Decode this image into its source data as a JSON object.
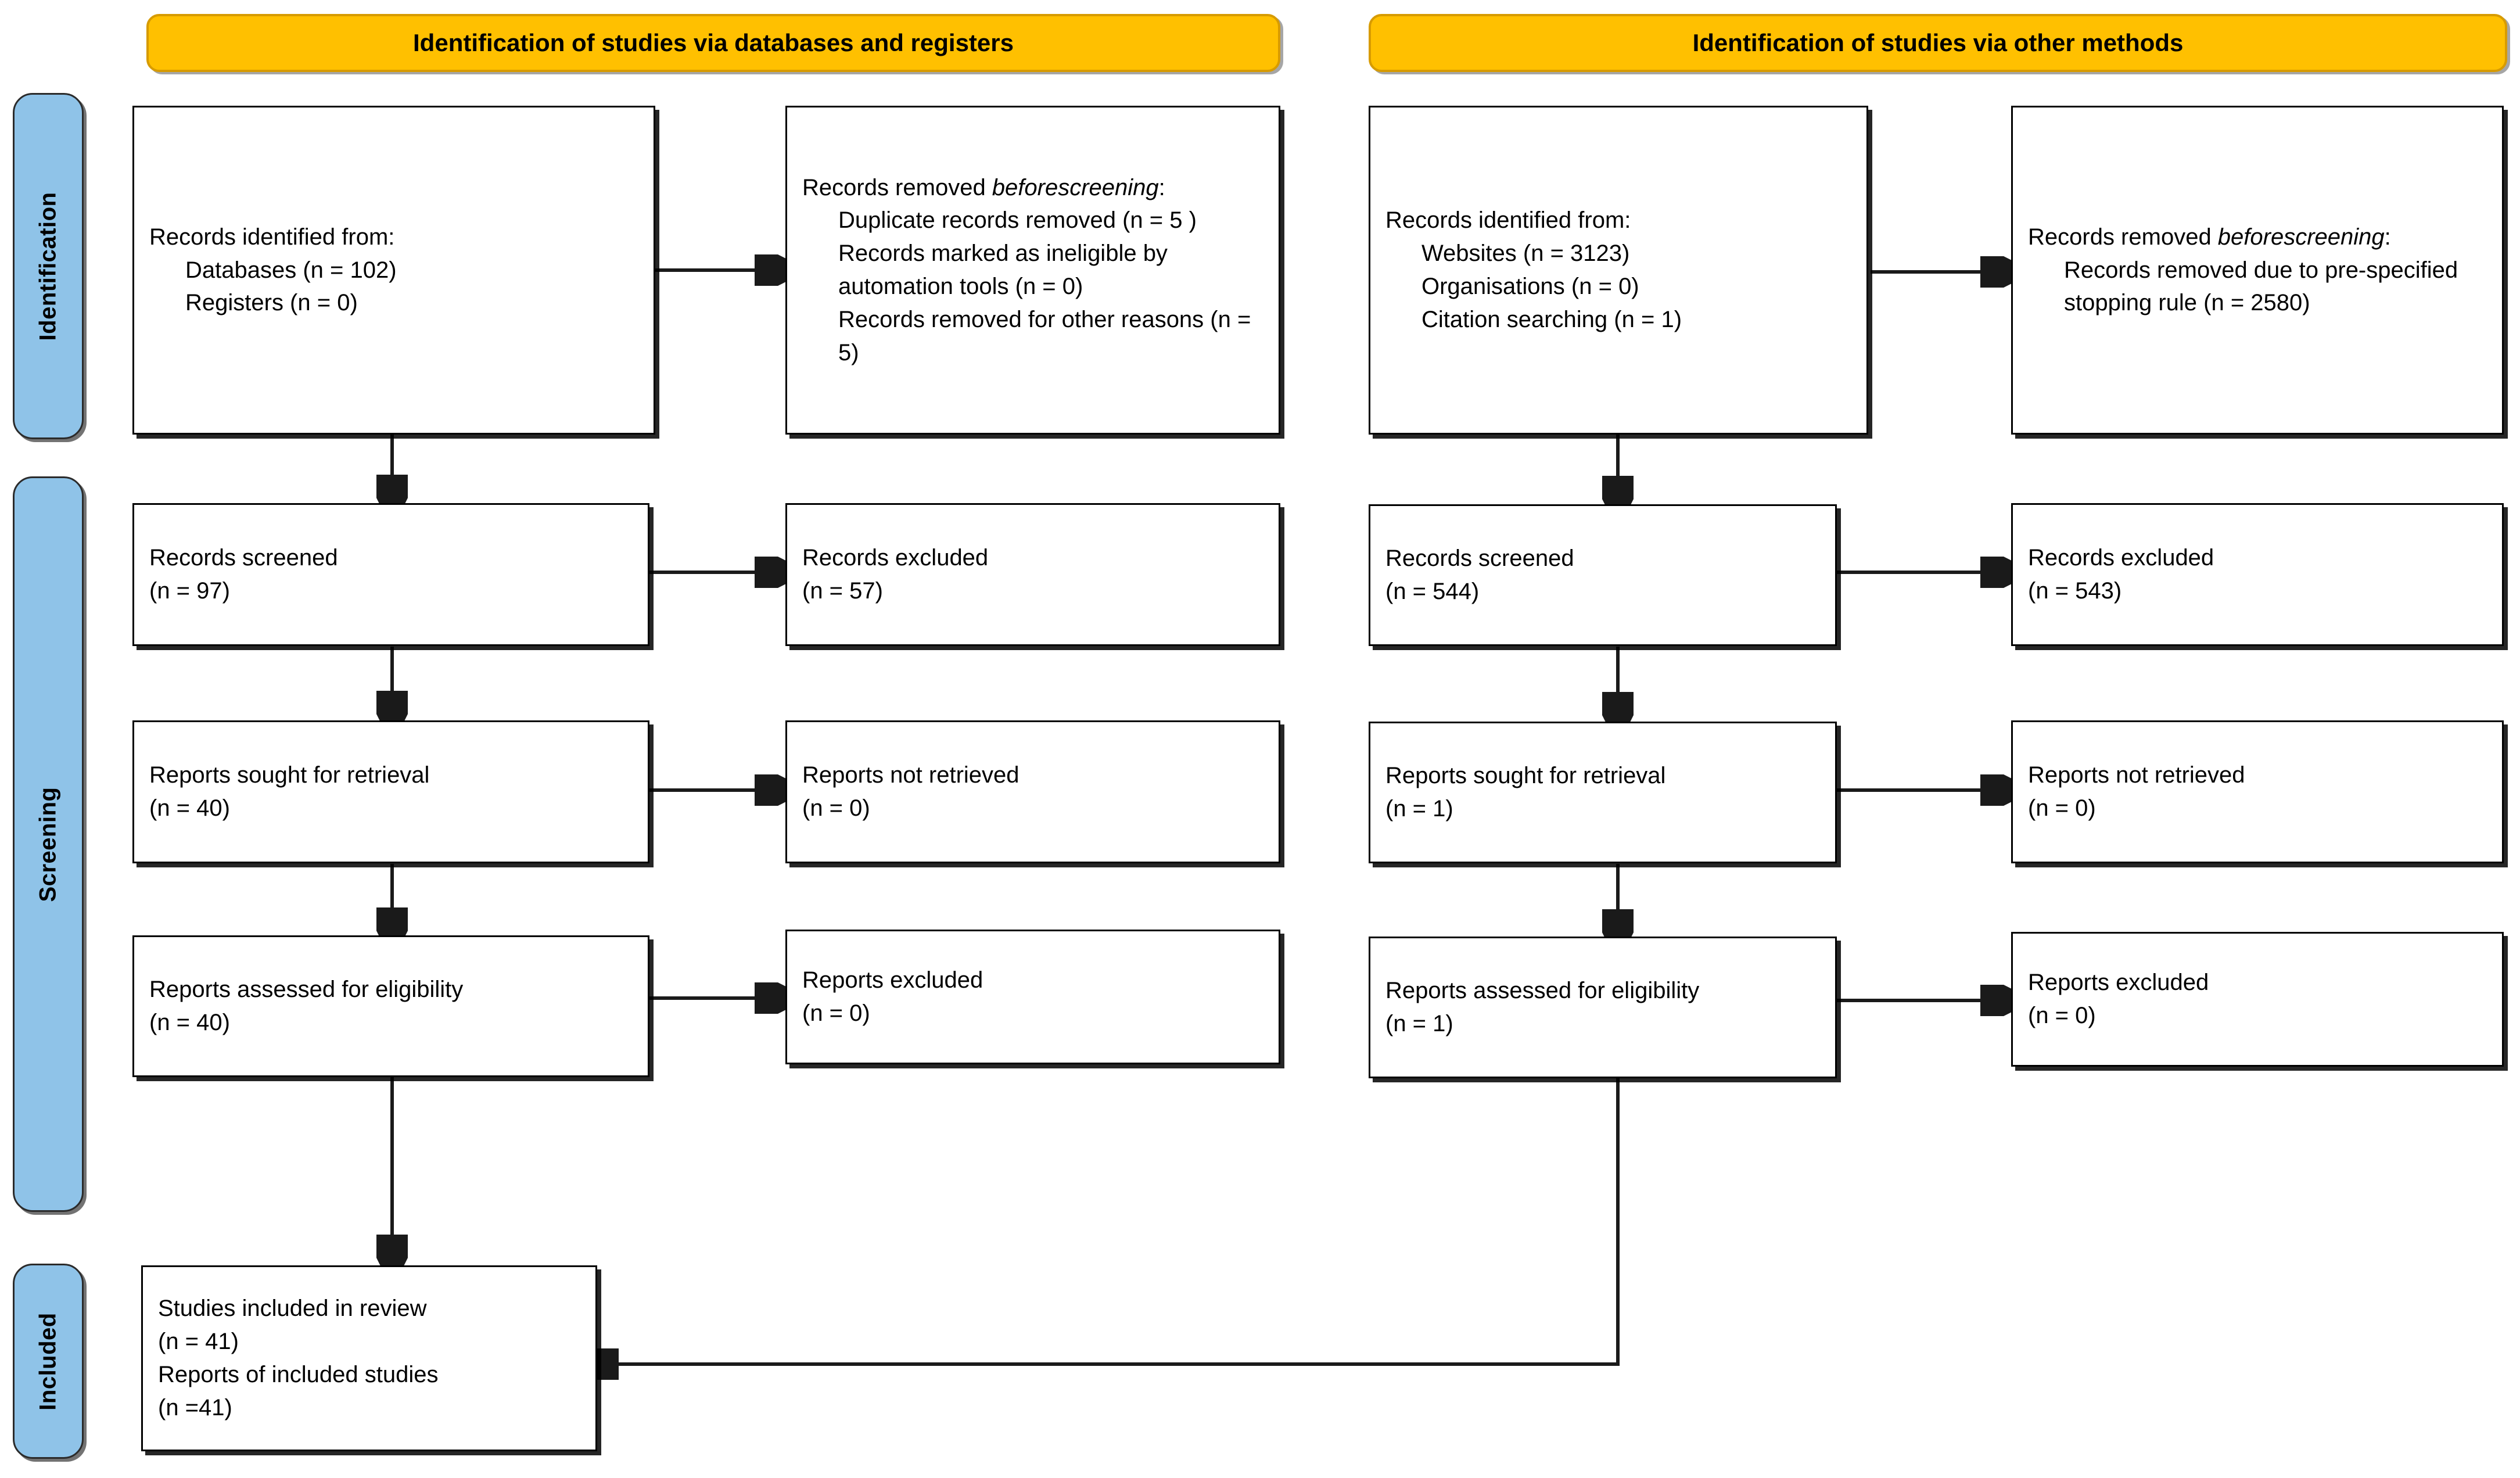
{
  "colors": {
    "phase_fill": "#8FC3E8",
    "header_fill": "#FFC000",
    "header_border": "#D79B00",
    "box_border": "#000000",
    "connector": "#1a1a1a"
  },
  "phases": [
    {
      "label": "Identification"
    },
    {
      "label": "Screening"
    },
    {
      "label": "Included"
    }
  ],
  "columns": [
    {
      "header": "Identification of studies via databases and registers"
    },
    {
      "header": "Identification of studies via other methods"
    }
  ],
  "boxes": {
    "left_identified": {
      "line1": "Records identified from:",
      "line2": "Databases (n = 102)",
      "line3": "Registers (n = 0)"
    },
    "left_removed": {
      "line1_a": "Records removed ",
      "line1_b": "before",
      "line2_a": "screening",
      "line2_b": ":",
      "sub1": "Duplicate records removed (n = 5 )",
      "sub2": "Records marked as ineligible by automation tools (n = 0)",
      "sub3": "Records removed for other reasons (n = 5)"
    },
    "left_screened": {
      "line1": "Records screened",
      "line2": "(n = 97)"
    },
    "left_excluded": {
      "line1": "Records excluded",
      "line2": "(n = 57)"
    },
    "left_sought": {
      "line1": "Reports sought for retrieval",
      "line2": "(n = 40)"
    },
    "left_not_retrieved": {
      "line1": "Reports not retrieved",
      "line2": "(n = 0)"
    },
    "left_assessed": {
      "line1": "Reports assessed for eligibility",
      "line2": "(n = 40)"
    },
    "left_reports_excluded": {
      "line1": "Reports excluded",
      "line2": "(n = 0)"
    },
    "right_identified": {
      "line1": "Records identified from:",
      "line2": "Websites (n = 3123)",
      "line3": "Organisations (n = 0)",
      "line4": "Citation searching (n = 1)"
    },
    "right_removed": {
      "line1_a": "Records removed ",
      "line1_b": "before",
      "line2_a": "screening",
      "line2_b": ":",
      "sub1": "Records removed due to pre-specified stopping rule (n = 2580)"
    },
    "right_screened": {
      "line1": "Records screened",
      "line2": "(n = 544)"
    },
    "right_excluded": {
      "line1": "Records excluded",
      "line2": "(n = 543)"
    },
    "right_sought": {
      "line1": "Reports sought for retrieval",
      "line2": "(n = 1)"
    },
    "right_not_retrieved": {
      "line1": "Reports not retrieved",
      "line2": "(n = 0)"
    },
    "right_assessed": {
      "line1": "Reports assessed for eligibility",
      "line2": "(n = 1)"
    },
    "right_reports_excluded": {
      "line1": "Reports excluded",
      "line2": "(n = 0)"
    },
    "included": {
      "line1": "Studies included in review",
      "line2": "(n = 41)",
      "line3": "Reports of included studies",
      "line4": "(n =41)"
    }
  }
}
